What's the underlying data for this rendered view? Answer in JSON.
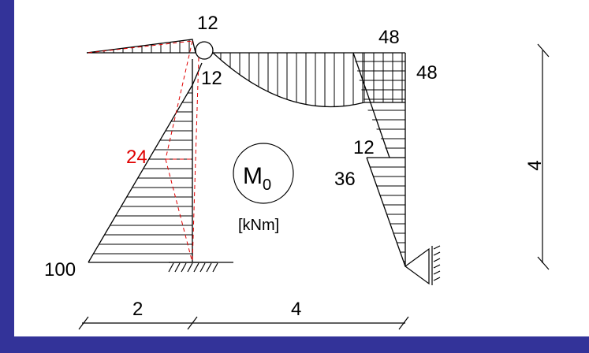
{
  "labels": {
    "top_joint": "12",
    "below_joint": "12",
    "right_top": "48",
    "right_side": "48",
    "right_mid_upper": "12",
    "right_mid_lower": "36",
    "left_red": "24",
    "left_base": "100",
    "title_main": "M",
    "title_sub": "0",
    "unit": "[kNm]",
    "dim_left": "2",
    "dim_bottom_right": "4",
    "dim_vertical": "4"
  },
  "colors": {
    "background_frame": "#333399",
    "canvas": "#ffffff",
    "line": "#000000",
    "red": "#e00000"
  }
}
